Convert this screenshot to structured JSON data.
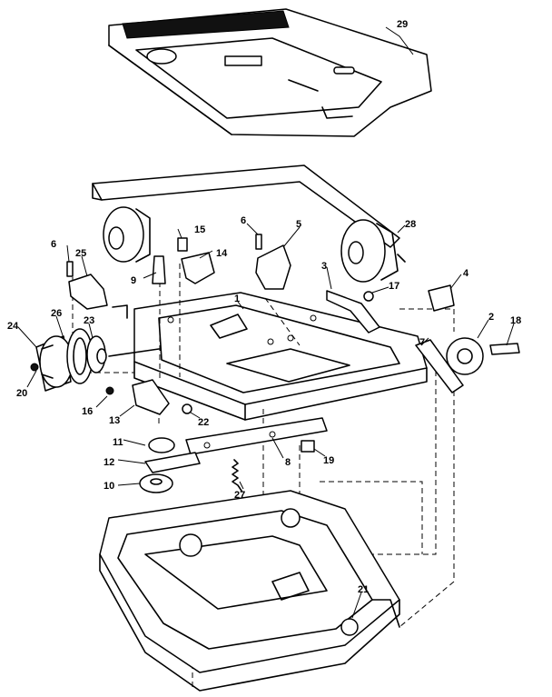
{
  "callouts": [
    {
      "id": "29",
      "text": "29"
    },
    {
      "id": "28",
      "text": "28"
    },
    {
      "id": "27",
      "text": "27"
    },
    {
      "id": "26",
      "text": "26"
    },
    {
      "id": "25",
      "text": "25"
    },
    {
      "id": "24",
      "text": "24"
    },
    {
      "id": "23",
      "text": "23"
    },
    {
      "id": "22",
      "text": "22"
    },
    {
      "id": "21",
      "text": "21"
    },
    {
      "id": "20",
      "text": "20"
    },
    {
      "id": "19",
      "text": "19"
    },
    {
      "id": "18",
      "text": "18"
    },
    {
      "id": "17",
      "text": "17"
    },
    {
      "id": "16",
      "text": "16"
    },
    {
      "id": "15",
      "text": "15"
    },
    {
      "id": "14",
      "text": "14"
    },
    {
      "id": "13",
      "text": "13"
    },
    {
      "id": "12",
      "text": "12"
    },
    {
      "id": "11",
      "text": "11"
    },
    {
      "id": "10",
      "text": "10"
    },
    {
      "id": "9",
      "text": "9"
    },
    {
      "id": "8",
      "text": "8"
    },
    {
      "id": "7",
      "text": "7"
    },
    {
      "id": "6a",
      "text": "6"
    },
    {
      "id": "6b",
      "text": "6"
    },
    {
      "id": "5",
      "text": "5"
    },
    {
      "id": "4",
      "text": "4"
    },
    {
      "id": "3",
      "text": "3"
    },
    {
      "id": "2",
      "text": "2"
    },
    {
      "id": "1",
      "text": "1"
    }
  ]
}
